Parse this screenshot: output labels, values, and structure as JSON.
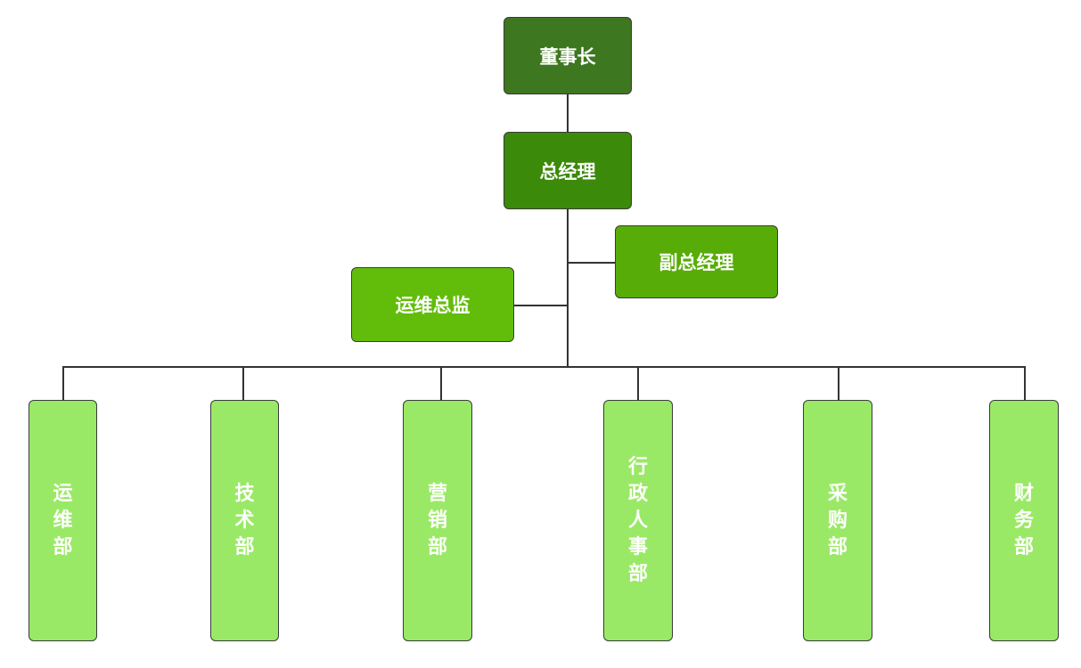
{
  "chart": {
    "title": "",
    "nodes": {
      "chairman": {
        "label": "董事长",
        "color": "#3d771f"
      },
      "gm": {
        "label": "总经理",
        "color": "#3b8a09"
      },
      "deputy_gm": {
        "label": "副总经理",
        "color": "#57ac07"
      },
      "ops_director": {
        "label": "运维总监",
        "color": "#62bd0b"
      }
    },
    "departments": [
      {
        "label": "运维部",
        "chars": [
          "运",
          "维",
          "部"
        ]
      },
      {
        "label": "技术部",
        "chars": [
          "技",
          "术",
          "部"
        ]
      },
      {
        "label": "营销部",
        "chars": [
          "营",
          "销",
          "部"
        ]
      },
      {
        "label": "行政人事部",
        "chars": [
          "行",
          "政",
          "人",
          "事",
          "部"
        ]
      },
      {
        "label": "采购部",
        "chars": [
          "采",
          "购",
          "部"
        ]
      },
      {
        "label": "财务部",
        "chars": [
          "财",
          "务",
          "部"
        ]
      }
    ],
    "department_color": "#9ae966",
    "edges": [
      [
        "董事长",
        "总经理"
      ],
      [
        "总经理",
        "副总经理"
      ],
      [
        "总经理",
        "运维总监"
      ],
      [
        "总经理",
        "运维部"
      ],
      [
        "总经理",
        "技术部"
      ],
      [
        "总经理",
        "营销部"
      ],
      [
        "总经理",
        "行政人事部"
      ],
      [
        "总经理",
        "采购部"
      ],
      [
        "总经理",
        "财务部"
      ]
    ]
  }
}
